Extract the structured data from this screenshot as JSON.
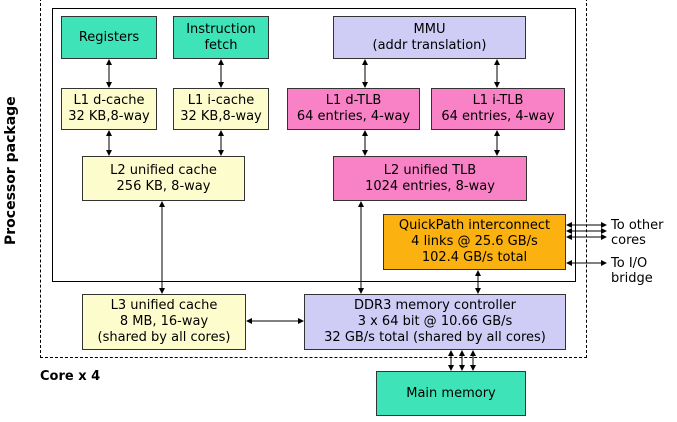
{
  "labels": {
    "processor_package": "Processor package",
    "core_x4": "Core x 4",
    "to_other_cores_1": "To other",
    "to_other_cores_2": "cores",
    "to_io_1": "To I/O",
    "to_io_2": "bridge"
  },
  "boxes": {
    "registers": [
      "Registers"
    ],
    "instruction_fetch": [
      "Instruction",
      "fetch"
    ],
    "mmu": [
      "MMU",
      "(addr translation)"
    ],
    "l1_dcache": [
      "L1 d-cache",
      "32 KB,8-way"
    ],
    "l1_icache": [
      "L1 i-cache",
      "32 KB,8-way"
    ],
    "l1_dtlb": [
      "L1 d-TLB",
      "64 entries, 4-way"
    ],
    "l1_itlb": [
      "L1 i-TLB",
      "64 entries, 4-way"
    ],
    "l2_cache": [
      "L2 unified cache",
      "256 KB, 8-way"
    ],
    "l2_tlb": [
      "L2 unified TLB",
      "1024 entries, 8-way"
    ],
    "quickpath": [
      "QuickPath interconnect",
      "4 links @ 25.6 GB/s",
      "102.4 GB/s total"
    ],
    "l3_cache": [
      "L3 unified cache",
      "8 MB, 16-way",
      "(shared by all cores)"
    ],
    "ddr3": [
      "DDR3 memory controller",
      "3 x 64 bit @ 10.66 GB/s",
      "32 GB/s total (shared by all cores)"
    ],
    "main_memory": [
      "Main memory"
    ]
  },
  "colors": {
    "teal": "#3ee4b8",
    "yellow": "#fdfccc",
    "lavender": "#cfccf6",
    "pink": "#f981c6",
    "orange": "#fbb10f"
  }
}
